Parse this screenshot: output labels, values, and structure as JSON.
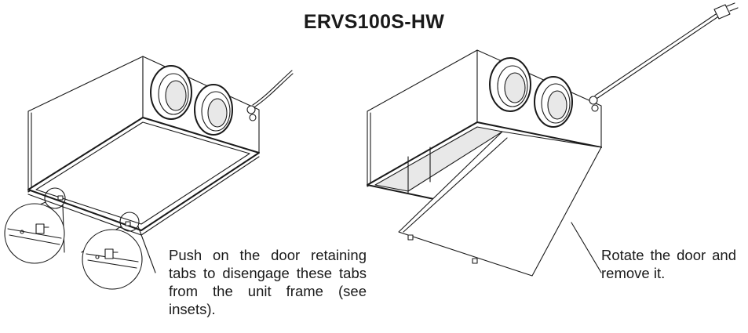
{
  "title": "ERVS100S-HW",
  "steps": [
    {
      "text": "Push on the door retaining tabs to disengage these tabs from the unit frame (see insets)."
    },
    {
      "text": "Rotate the door and remove it."
    }
  ],
  "colors": {
    "ink": "#1a1a1a",
    "background": "#ffffff"
  }
}
